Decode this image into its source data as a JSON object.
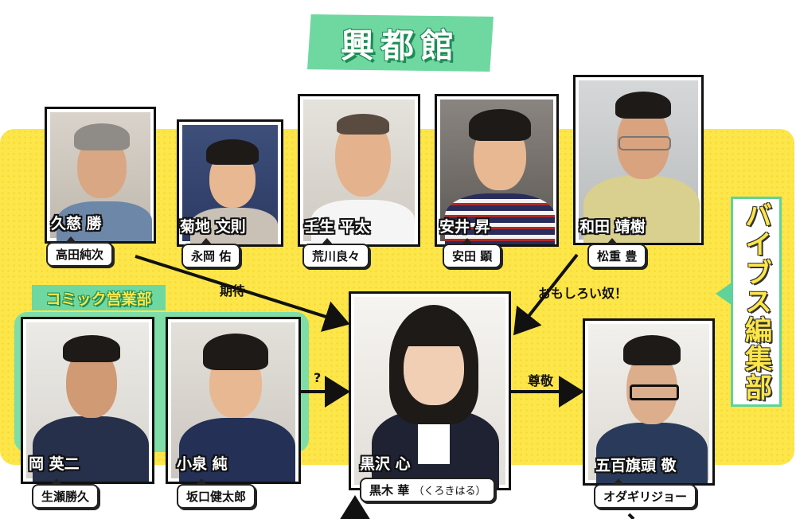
{
  "title": "興都館",
  "groups": {
    "bibs_dept": "バイブス編集部",
    "comic_sales": "コミック営業部"
  },
  "characters": [
    {
      "role": "久慈 勝",
      "actor": "高田純次"
    },
    {
      "role": "菊地 文則",
      "actor": "永岡 佑"
    },
    {
      "role": "壬生 平太",
      "actor": "荒川良々"
    },
    {
      "role": "安井 昇",
      "actor": "安田 顕"
    },
    {
      "role": "和田 靖樹",
      "actor": "松重 豊"
    },
    {
      "role": "岡 英二",
      "actor": "生瀬勝久"
    },
    {
      "role": "小泉 純",
      "actor": "坂口健太郎"
    },
    {
      "role": "黒沢 心",
      "actor": "黒木 華",
      "actor_note": "（くろきはる）"
    },
    {
      "role": "五百旗頭 敬",
      "actor": "オダギリジョー"
    }
  ],
  "relations": {
    "kitai": "期待",
    "omoshiroi": "おもしろい奴！",
    "question": "?",
    "sonkei": "尊敬"
  },
  "colors": {
    "yellow": "#fde64a",
    "green": "#6fd8a0",
    "dark_green": "#1c8c55"
  }
}
